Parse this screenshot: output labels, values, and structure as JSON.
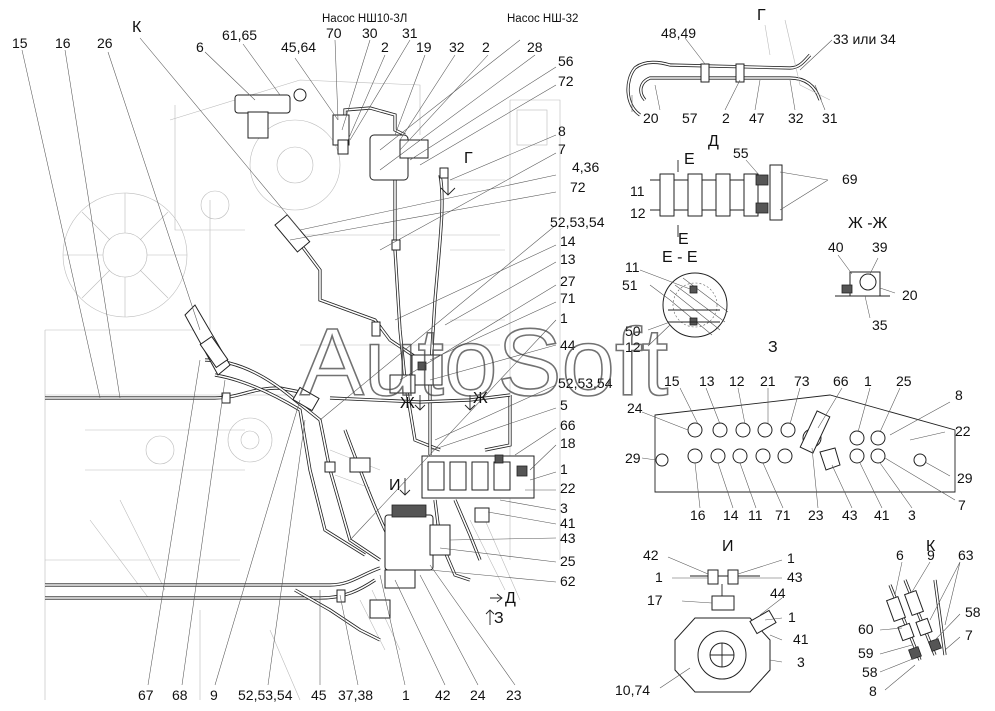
{
  "watermark": "AutoSoft",
  "views": {
    "g": "Г",
    "d": "Д",
    "e_mark": "Е",
    "e_section": "Е - Е",
    "zh_section": "Ж -Ж",
    "z": "З",
    "i": "И",
    "k": "К"
  },
  "main": {
    "view_k_mark": "К",
    "pump_nsh10": "Насос НШ10-3Л",
    "pump_nsh32": "Насос НШ-32",
    "arrow_g": "Г",
    "arrow_zh_left": "Ж",
    "arrow_zh_right": "Ж",
    "arrow_i": "И",
    "arrow_d": "Д",
    "arrow_z": "З",
    "top_labels": [
      "15",
      "16",
      "26",
      "6",
      "61,65",
      "45,64",
      "70",
      "30",
      "2",
      "31",
      "19",
      "32",
      "2",
      "28"
    ],
    "right_labels": [
      "56",
      "72",
      "8",
      "7",
      "4,36",
      "72",
      "52,53,54",
      "14",
      "13",
      "27",
      "71",
      "1",
      "44",
      "52,53,54",
      "5",
      "66",
      "18",
      "1",
      "22",
      "3",
      "41",
      "43",
      "25",
      "62"
    ],
    "bottom_labels": [
      "67",
      "68",
      "9",
      "52,53,54",
      "45",
      "37,38",
      "1",
      "42",
      "24",
      "23"
    ]
  },
  "view_g": {
    "labels": [
      "48,49",
      "33 или 34",
      "20",
      "57",
      "2",
      "47",
      "32",
      "31"
    ]
  },
  "view_d": {
    "labels": [
      "55",
      "69",
      "11",
      "12"
    ]
  },
  "view_ee": {
    "labels": [
      "11",
      "51",
      "50",
      "12"
    ]
  },
  "view_zhzh": {
    "labels": [
      "40",
      "39",
      "20",
      "35"
    ]
  },
  "view_z": {
    "labels": [
      "15",
      "13",
      "12",
      "21",
      "73",
      "66",
      "1",
      "25",
      "8",
      "24",
      "22",
      "29",
      "29",
      "16",
      "14",
      "11",
      "71",
      "23",
      "43",
      "41",
      "3",
      "7"
    ]
  },
  "view_i": {
    "labels": [
      "42",
      "1",
      "1",
      "43",
      "44",
      "17",
      "1",
      "41",
      "3",
      "10,74"
    ]
  },
  "view_k": {
    "labels": [
      "6",
      "9",
      "63",
      "58",
      "7",
      "60",
      "59",
      "58",
      "8"
    ]
  }
}
